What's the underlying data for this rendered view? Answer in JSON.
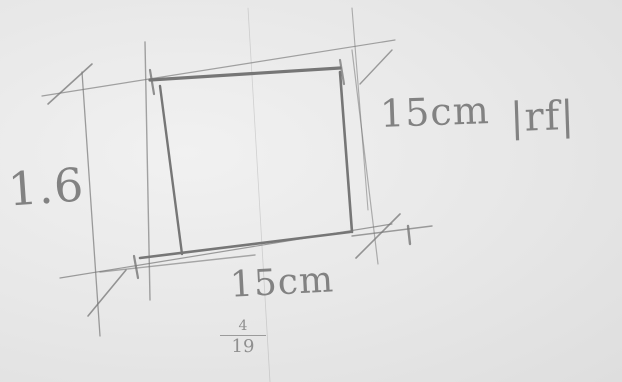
{
  "sketch": {
    "dimensions": {
      "left": "1.6",
      "bottom": "15cm",
      "right": "15cm",
      "right_extra": "|rf|"
    },
    "fraction": {
      "numerator": "4",
      "denominator": "19"
    }
  }
}
